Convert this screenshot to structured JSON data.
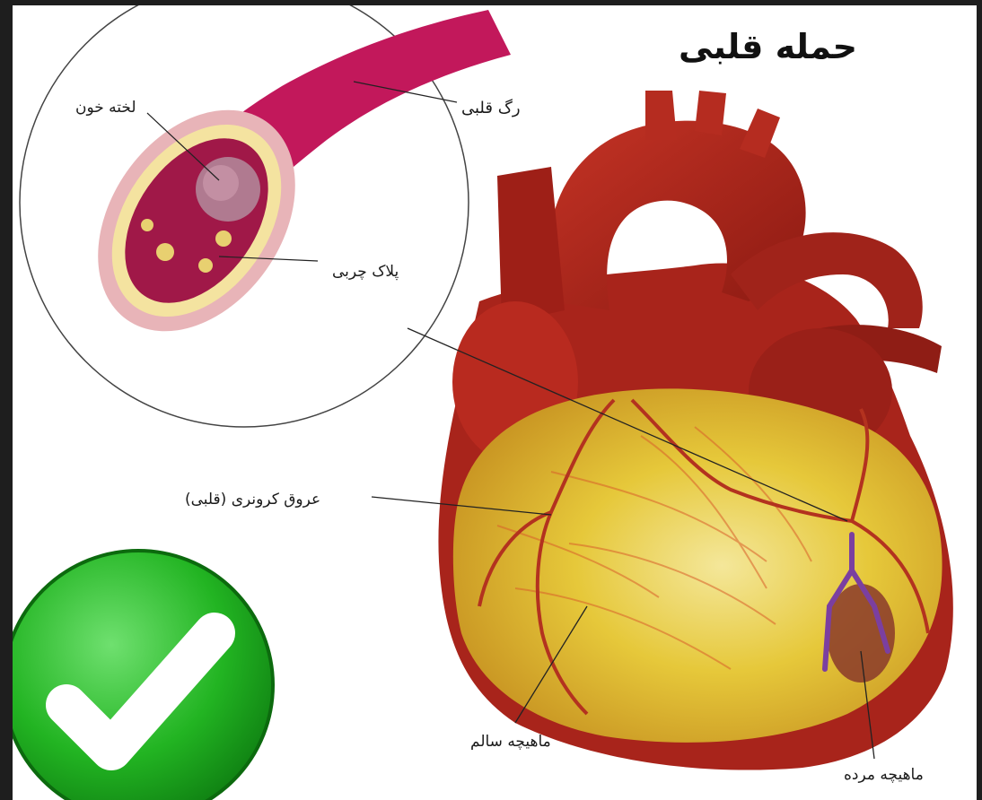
{
  "title": "حمله قلبی",
  "labels": {
    "vessel": "رگ قلبی",
    "clot": "لخته خون",
    "plaque": "پلاک چربی",
    "coronary": "عروق کرونری (قلبی)",
    "healthy_muscle": "ماهیچه سالم",
    "dead_muscle": "ماهیچه مرده"
  },
  "icons": {
    "checkmark": "check-icon"
  },
  "colors": {
    "heart_red": "#b3261e",
    "heart_dark": "#7a120e",
    "muscle_yellow": "#e6c83a",
    "vessel_pink": "#c2185b",
    "check_green": "#22b422",
    "dead_purple": "#7b3fa0"
  }
}
